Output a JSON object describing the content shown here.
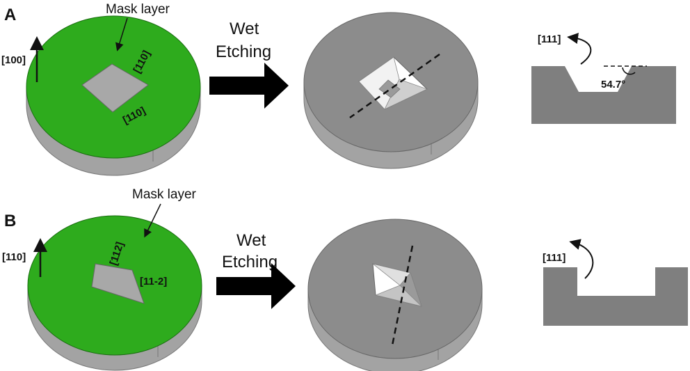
{
  "colors": {
    "mask_green": "#2eab1d",
    "wafer_gray": "#8c8c8c",
    "wafer_side": "#a3a3a3",
    "profile_gray": "#7f7f7f",
    "opening_gray": "#a8a8a8"
  },
  "panel_a": {
    "letter": "A",
    "normal_dir": "[100]",
    "mask_label": "Mask layer",
    "edge_dir_1": "[110]",
    "edge_dir_2": "[110]",
    "arrow_line1": "Wet",
    "arrow_line2": "Etching",
    "profile_dir": "[111]",
    "angle": "54.7°"
  },
  "panel_b": {
    "letter": "B",
    "normal_dir": "[110]",
    "mask_label": "Mask layer",
    "edge_dir_1": "[112]",
    "edge_dir_2": "[11-2]",
    "arrow_line1": "Wet",
    "arrow_line2": "Etching",
    "profile_dir": "[111]"
  }
}
